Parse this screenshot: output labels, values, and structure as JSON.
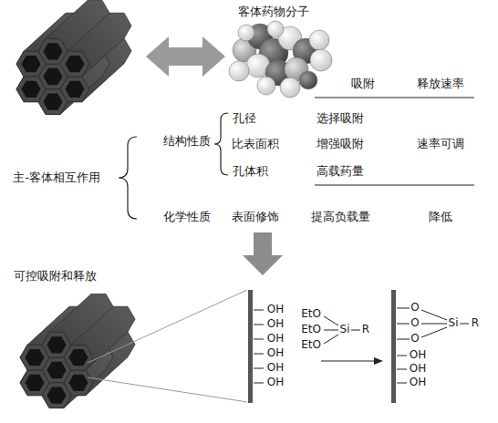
{
  "diagram": {
    "labels": [
      "客体药物分子",
      "吸附",
      "释放速率",
      "结构性质",
      "孔径",
      "选择吸附",
      "比表面积",
      "增强吸附",
      "速率可调",
      "孔体积",
      "高载药量",
      "主-客体相互作用",
      "化学性质",
      "表面修饰",
      "提高负载量",
      "降低",
      "可控吸附和释放",
      "OH",
      "OH",
      "OH",
      "OH",
      "OH",
      "OH",
      "EtO",
      "EtO",
      "EtO",
      "Si",
      "R",
      "O",
      "O",
      "O",
      "Si",
      "R",
      "OH",
      "OH",
      "OH"
    ]
  }
}
